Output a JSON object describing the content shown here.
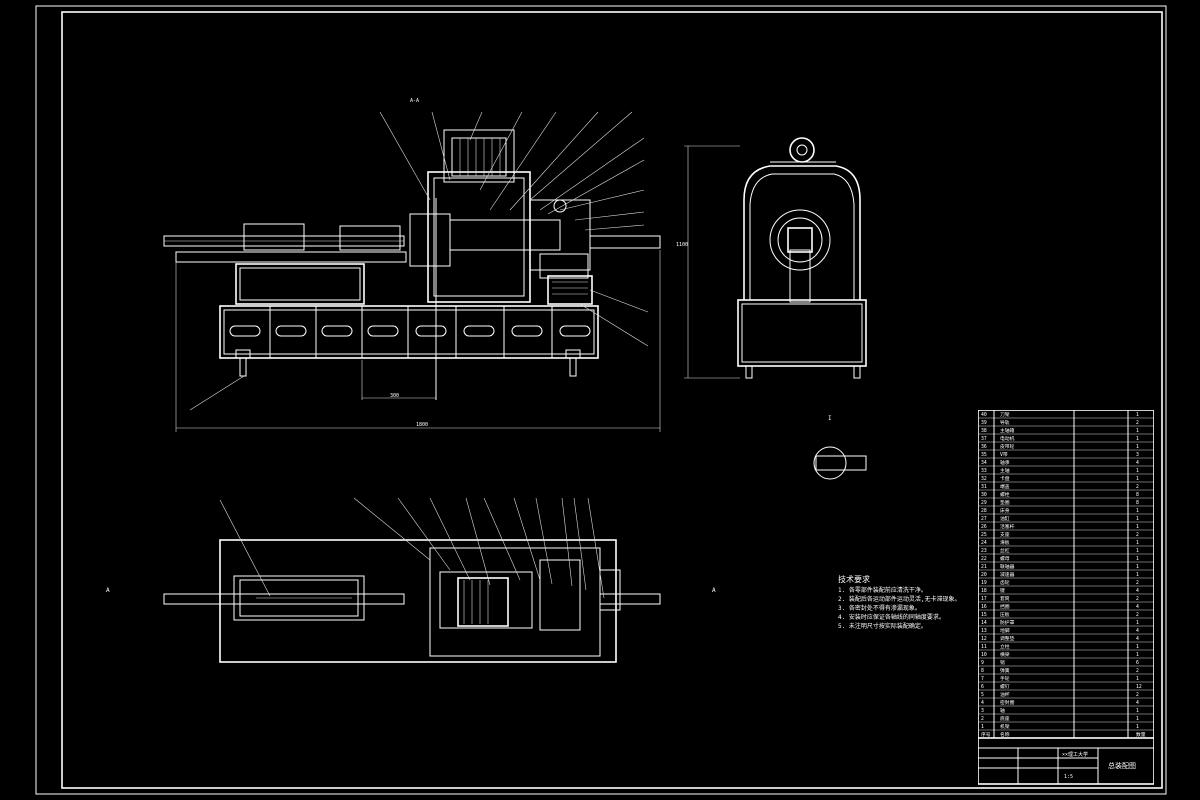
{
  "title_block": {
    "drawing_name": "总装配图",
    "org": "××理工大学",
    "scale": "1:5"
  },
  "notes": {
    "title": "技术要求",
    "items": [
      "1. 各零部件装配前应清洗干净。",
      "2. 装配后各运动部件运动灵活,无卡滞现象。",
      "3. 各密封处不得有渗漏现象。",
      "4. 安装时应保证各轴线的同轴度要求。",
      "5. 未注明尺寸按实际装配确定。"
    ]
  },
  "views": {
    "main_label": "A-A",
    "detail_label": "I",
    "section_mark": "A"
  },
  "dimensions": {
    "overall_length": "1800",
    "height": "1100",
    "center_dist": "300"
  },
  "bom_rows": [
    {
      "no": "40",
      "name": "刀架",
      "qty": "1"
    },
    {
      "no": "39",
      "name": "导轨",
      "qty": "2"
    },
    {
      "no": "38",
      "name": "主轴箱",
      "qty": "1"
    },
    {
      "no": "37",
      "name": "电动机",
      "qty": "1"
    },
    {
      "no": "36",
      "name": "皮带轮",
      "qty": "1"
    },
    {
      "no": "35",
      "name": "V带",
      "qty": "3"
    },
    {
      "no": "34",
      "name": "轴承",
      "qty": "4"
    },
    {
      "no": "33",
      "name": "主轴",
      "qty": "1"
    },
    {
      "no": "32",
      "name": "卡盘",
      "qty": "1"
    },
    {
      "no": "31",
      "name": "端盖",
      "qty": "2"
    },
    {
      "no": "30",
      "name": "螺栓",
      "qty": "8"
    },
    {
      "no": "29",
      "name": "垫圈",
      "qty": "8"
    },
    {
      "no": "28",
      "name": "床身",
      "qty": "1"
    },
    {
      "no": "27",
      "name": "油缸",
      "qty": "1"
    },
    {
      "no": "26",
      "name": "活塞杆",
      "qty": "1"
    },
    {
      "no": "25",
      "name": "支座",
      "qty": "2"
    },
    {
      "no": "24",
      "name": "滑板",
      "qty": "1"
    },
    {
      "no": "23",
      "name": "丝杠",
      "qty": "1"
    },
    {
      "no": "22",
      "name": "螺母",
      "qty": "1"
    },
    {
      "no": "21",
      "name": "联轴器",
      "qty": "1"
    },
    {
      "no": "20",
      "name": "减速器",
      "qty": "1"
    },
    {
      "no": "19",
      "name": "齿轮",
      "qty": "2"
    },
    {
      "no": "18",
      "name": "键",
      "qty": "4"
    },
    {
      "no": "17",
      "name": "套筒",
      "qty": "2"
    },
    {
      "no": "16",
      "name": "挡圈",
      "qty": "4"
    },
    {
      "no": "15",
      "name": "压板",
      "qty": "2"
    },
    {
      "no": "14",
      "name": "防护罩",
      "qty": "1"
    },
    {
      "no": "13",
      "name": "地脚",
      "qty": "4"
    },
    {
      "no": "12",
      "name": "调整垫",
      "qty": "4"
    },
    {
      "no": "11",
      "name": "立柱",
      "qty": "1"
    },
    {
      "no": "10",
      "name": "横梁",
      "qty": "1"
    },
    {
      "no": "9",
      "name": "销",
      "qty": "6"
    },
    {
      "no": "8",
      "name": "弹簧",
      "qty": "2"
    },
    {
      "no": "7",
      "name": "手轮",
      "qty": "1"
    },
    {
      "no": "6",
      "name": "螺钉",
      "qty": "12"
    },
    {
      "no": "5",
      "name": "油杯",
      "qty": "2"
    },
    {
      "no": "4",
      "name": "密封圈",
      "qty": "4"
    },
    {
      "no": "3",
      "name": "轴",
      "qty": "1"
    },
    {
      "no": "2",
      "name": "底座",
      "qty": "1"
    },
    {
      "no": "1",
      "name": "机架",
      "qty": "1"
    }
  ],
  "bom_header": {
    "no": "序号",
    "name": "名称",
    "qty": "数量"
  }
}
